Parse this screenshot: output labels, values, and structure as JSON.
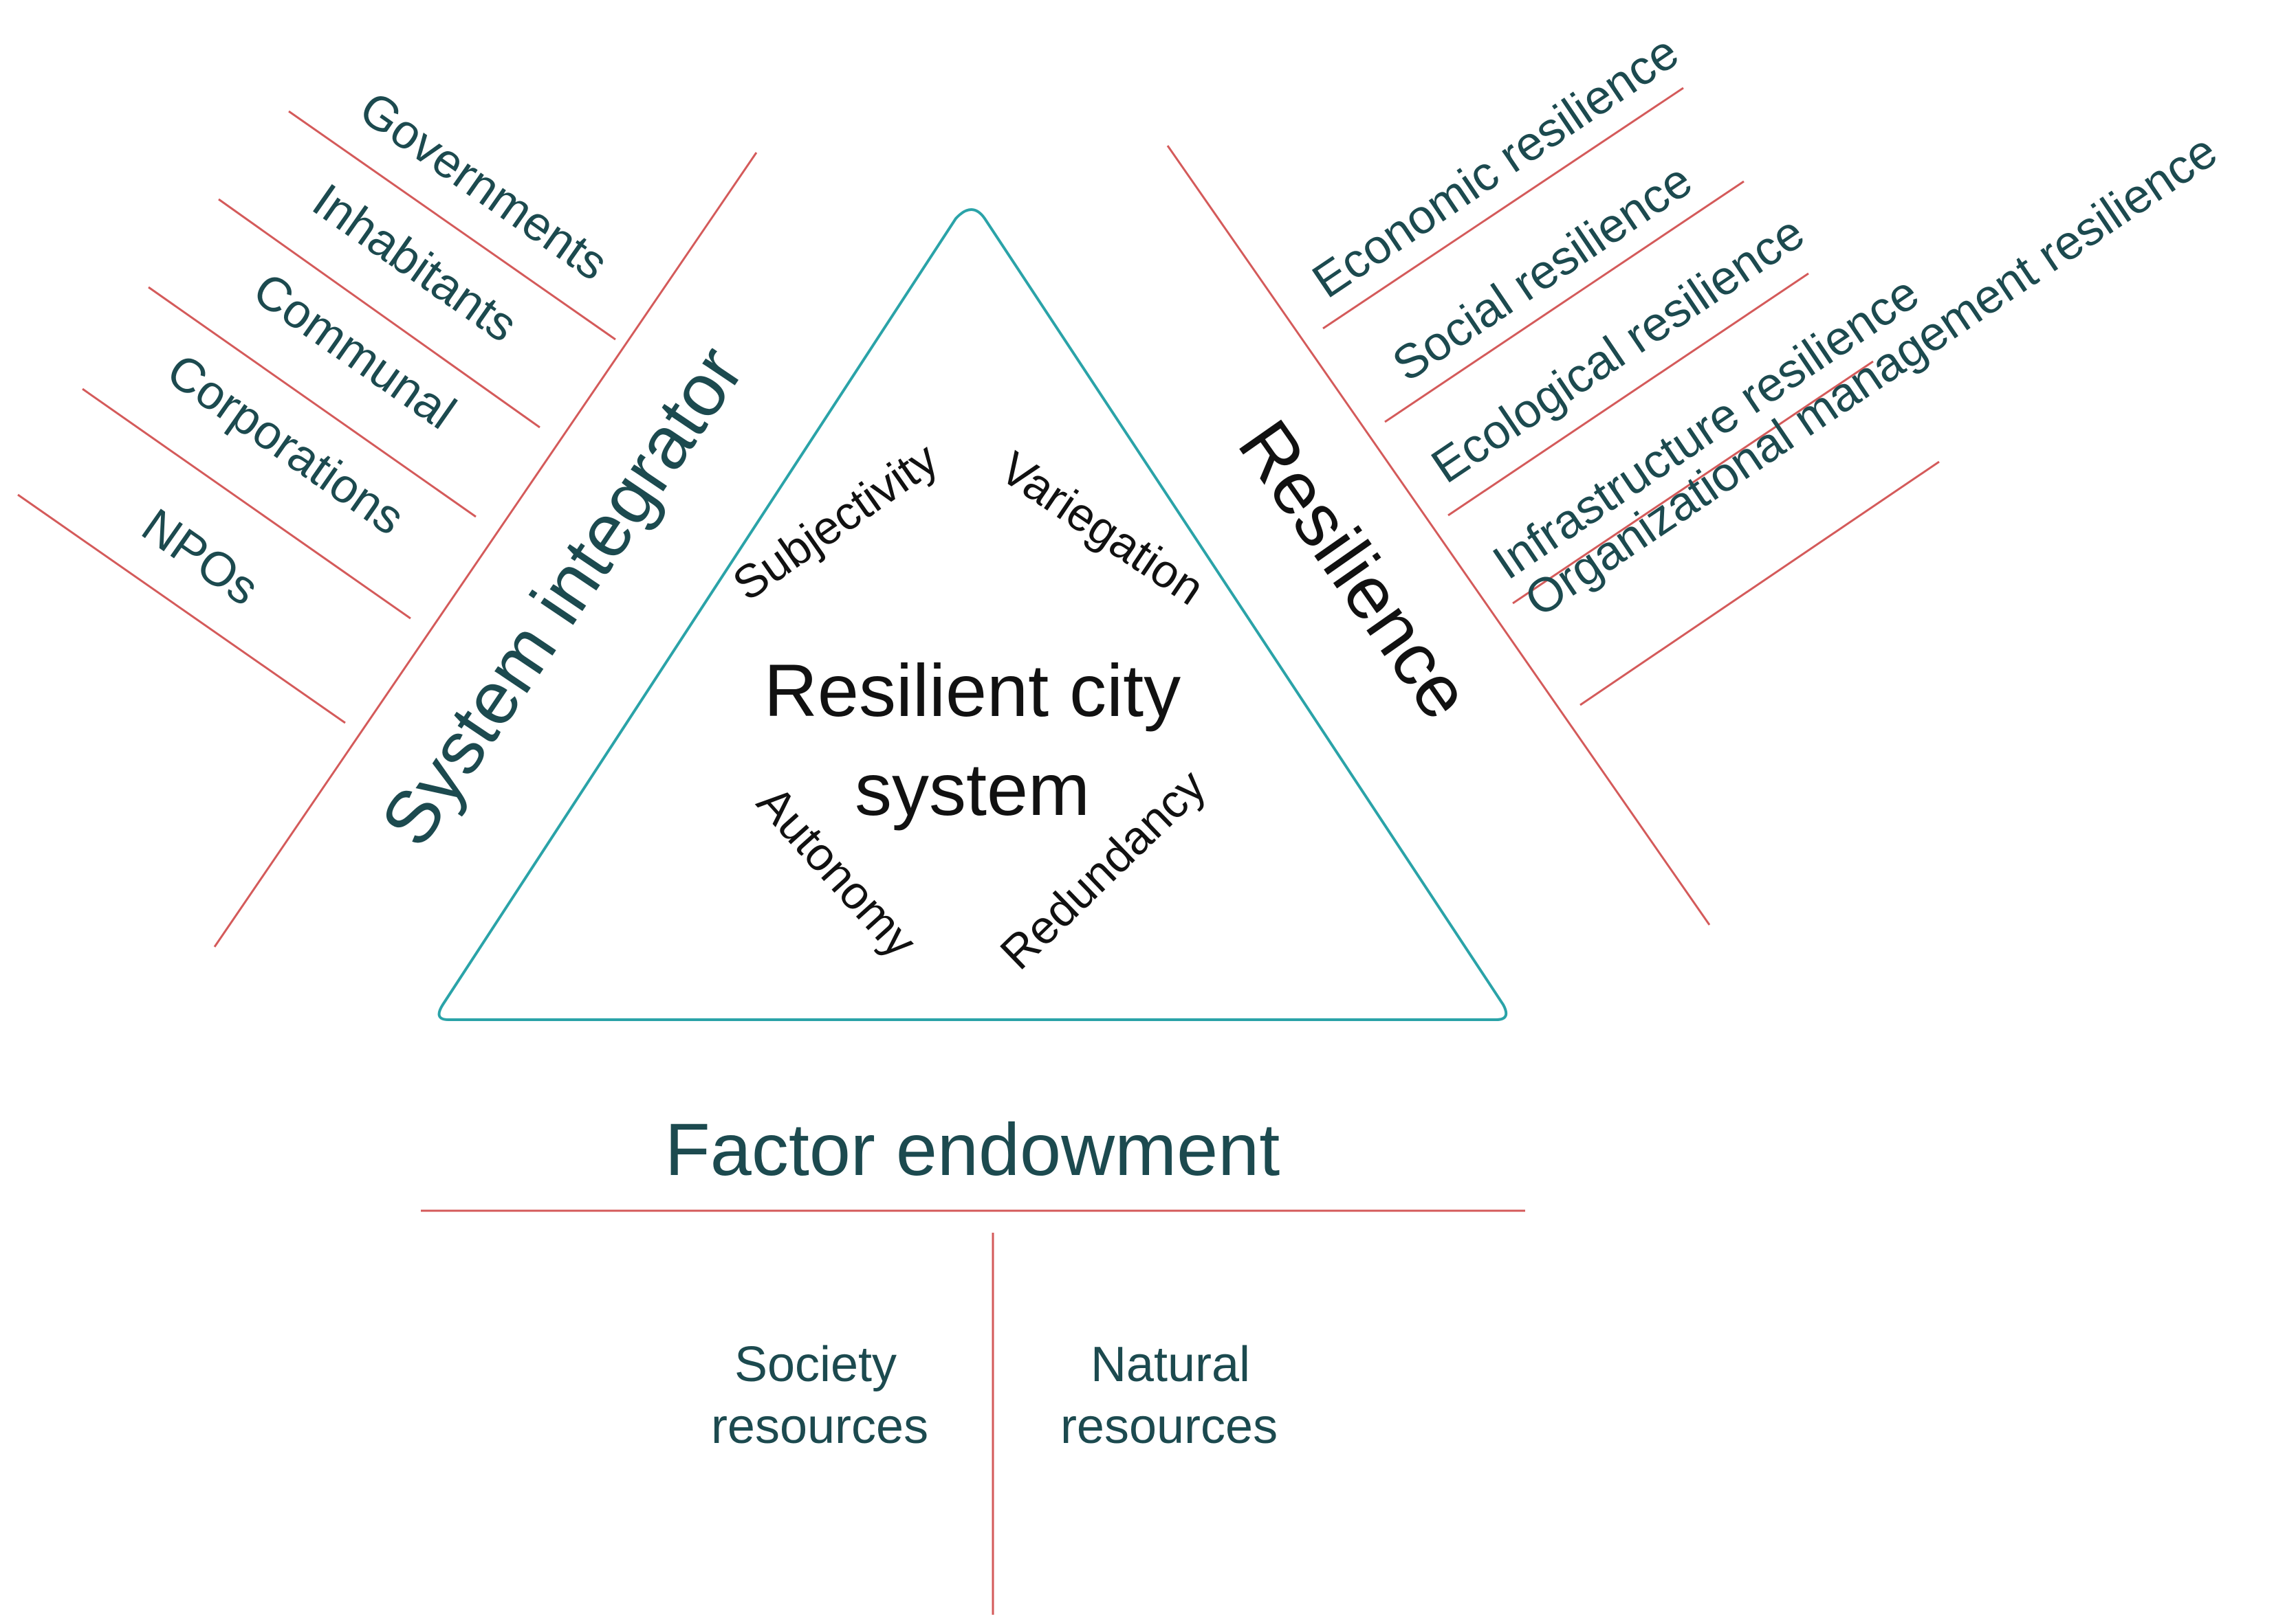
{
  "center": {
    "title_line1": "Resilient city",
    "title_line2": "system",
    "traits": [
      "Subjectivity",
      "Variegation",
      "Autonomy",
      "Redundancy"
    ]
  },
  "left_branch": {
    "title": "System integrator",
    "items": [
      "Governments",
      "Inhabitants",
      "Communal",
      "Corporations",
      "NPOs"
    ]
  },
  "right_branch": {
    "title": "Resilience",
    "items": [
      "Economic resilience",
      "Social resilience",
      "Ecological resilience",
      "Infrastructure resilience",
      "Organizational management resilience"
    ]
  },
  "bottom_branch": {
    "title": "Factor endowment",
    "left_line1": "Society",
    "left_line2": "resources",
    "right_line1": "Natural",
    "right_line2": "resources"
  },
  "colors": {
    "triangle": "#2aa3a8",
    "lines": "#d45a5a",
    "text_teal": "#1c4a4f",
    "text_black": "#111111"
  }
}
